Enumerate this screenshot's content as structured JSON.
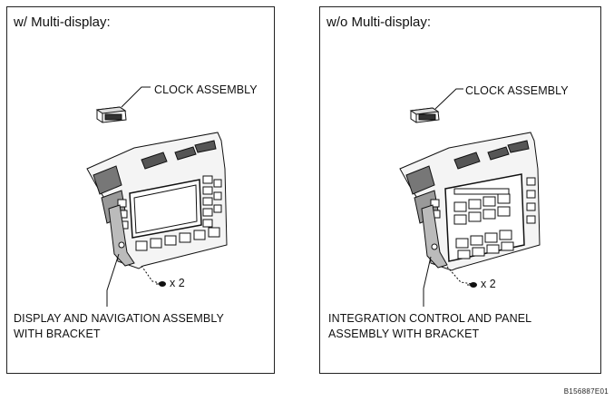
{
  "figure_id": "B156887E01",
  "panels": [
    {
      "heading": "w/ Multi-display:",
      "clock_label": "CLOCK ASSEMBLY",
      "screw_qty": "x 2",
      "assembly_label_lines": [
        "DISPLAY AND NAVIGATION ASSEMBLY",
        "WITH BRACKET"
      ]
    },
    {
      "heading": "w/o Multi-display:",
      "clock_label": "CLOCK ASSEMBLY",
      "screw_qty": "x 2",
      "assembly_label_lines": [
        "INTEGRATION CONTROL AND PANEL",
        "ASSEMBLY WITH BRACKET"
      ]
    }
  ]
}
